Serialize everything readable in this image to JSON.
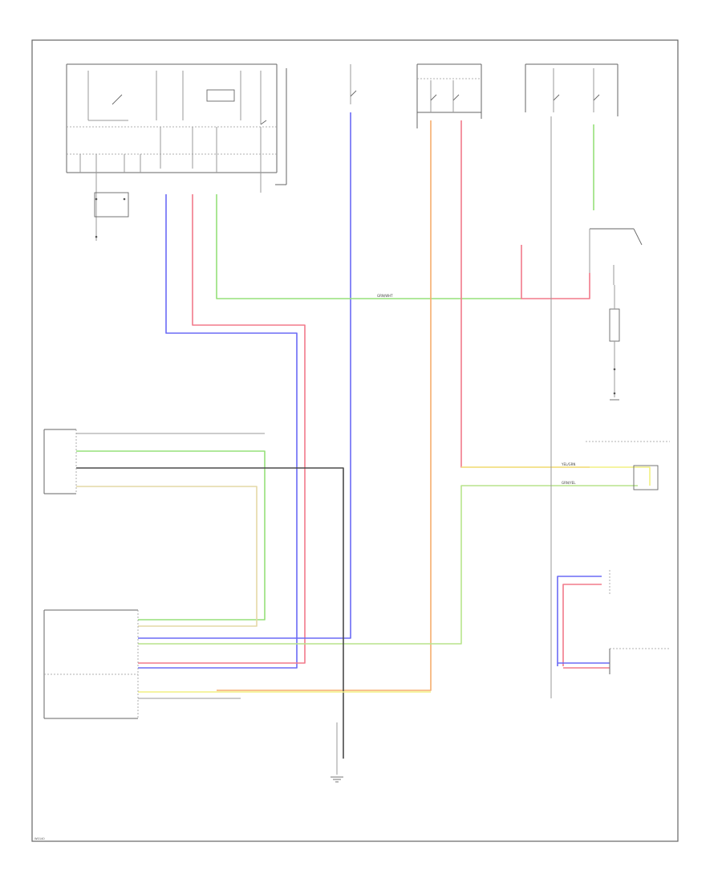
{
  "figure_id": "W0140",
  "colors": {
    "blue": "#6b6bf5",
    "red": "#f27a8a",
    "green": "#96e07a",
    "orange": "#f5ad6e",
    "yellow": "#f2f082",
    "tan": "#e4d8a6",
    "black": "#4b4b4b",
    "frame": "#666666"
  },
  "wire_labels": {
    "grn_wht": "GRN/WHT",
    "yel_grn": "YEL/GRN",
    "grn_yel": "GRN/YEL"
  }
}
